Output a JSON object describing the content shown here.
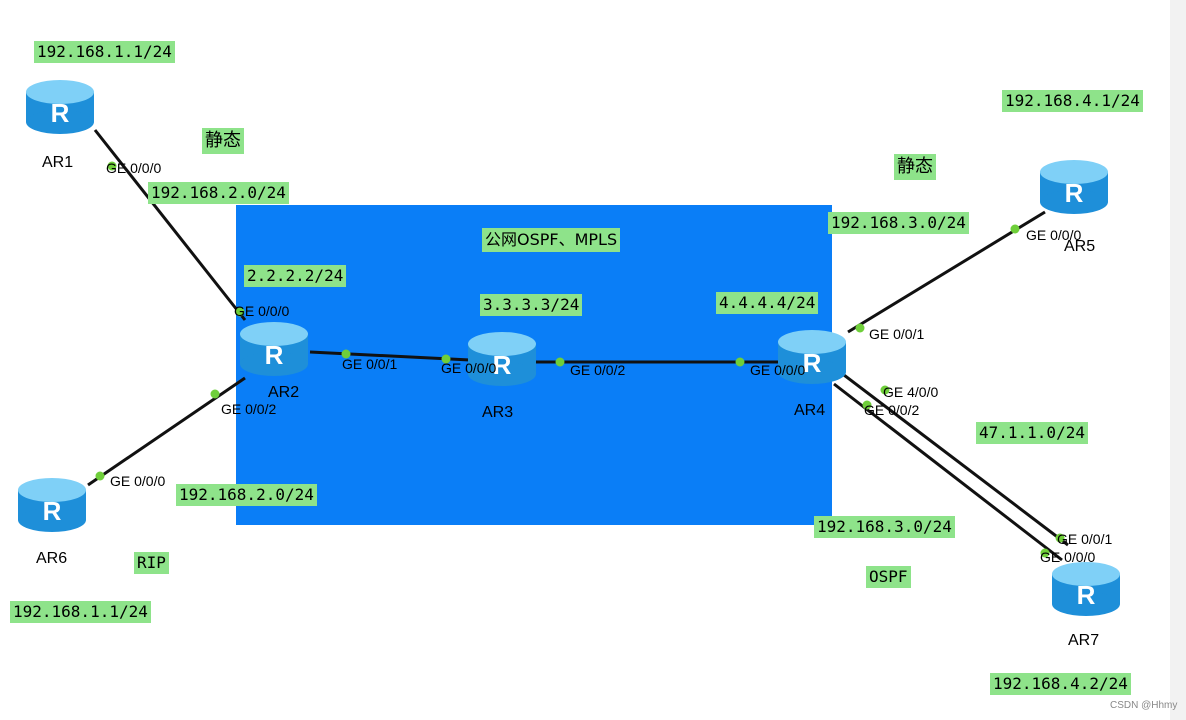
{
  "zone": {
    "title": "公网OSPF、MPLS",
    "color": "#0a7ef7"
  },
  "routers": [
    "AR1",
    "AR2",
    "AR3",
    "AR4",
    "AR5",
    "AR6",
    "AR7"
  ],
  "labels": {
    "ar1_net": "192.168.1.1/24",
    "ar1_static": "静态",
    "ar1_ar2_net": "192.168.2.0/24",
    "ar2_loop": "2.2.2.2/24",
    "ar3_loop": "3.3.3.3/24",
    "ar4_loop": "4.4.4.4/24",
    "ar5_net": "192.168.4.1/24",
    "ar5_static": "静态",
    "ar4_ar5_net": "192.168.3.0/24",
    "ar4_ar7_net_a": "47.1.1.0/24",
    "ar4_ar7_net_b": "192.168.3.0/24",
    "ospf": "OSPF",
    "ar7_net": "192.168.4.2/24",
    "ar6_ar2_net": "192.168.2.0/24",
    "rip": "RIP",
    "ar6_net": "192.168.1.1/24"
  },
  "ports": {
    "ar1_ge0": "GE 0/0/0",
    "ar2_ge0": "GE 0/0/0",
    "ar2_ge1": "GE 0/0/1",
    "ar2_ge2": "GE 0/0/2",
    "ar3_ge0": "GE 0/0/0",
    "ar3_ge2": "GE 0/0/2",
    "ar4_ge0": "GE 0/0/0",
    "ar4_ge1": "GE 0/0/1",
    "ar4_ge40": "GE 4/0/0",
    "ar4_ge2": "GE 0/0/2",
    "ar5_ge0": "GE 0/0/0",
    "ar6_ge0": "GE 0/0/0",
    "ar7_ge1": "GE 0/0/1",
    "ar7_ge0": "GE 0/0/0"
  },
  "watermark": "CSDN @Hhmy",
  "colors": {
    "label_bg": "#8ee38a",
    "port_dot": "#6fcf3a",
    "link": "#111111",
    "router_body": "#3fb0ee"
  }
}
